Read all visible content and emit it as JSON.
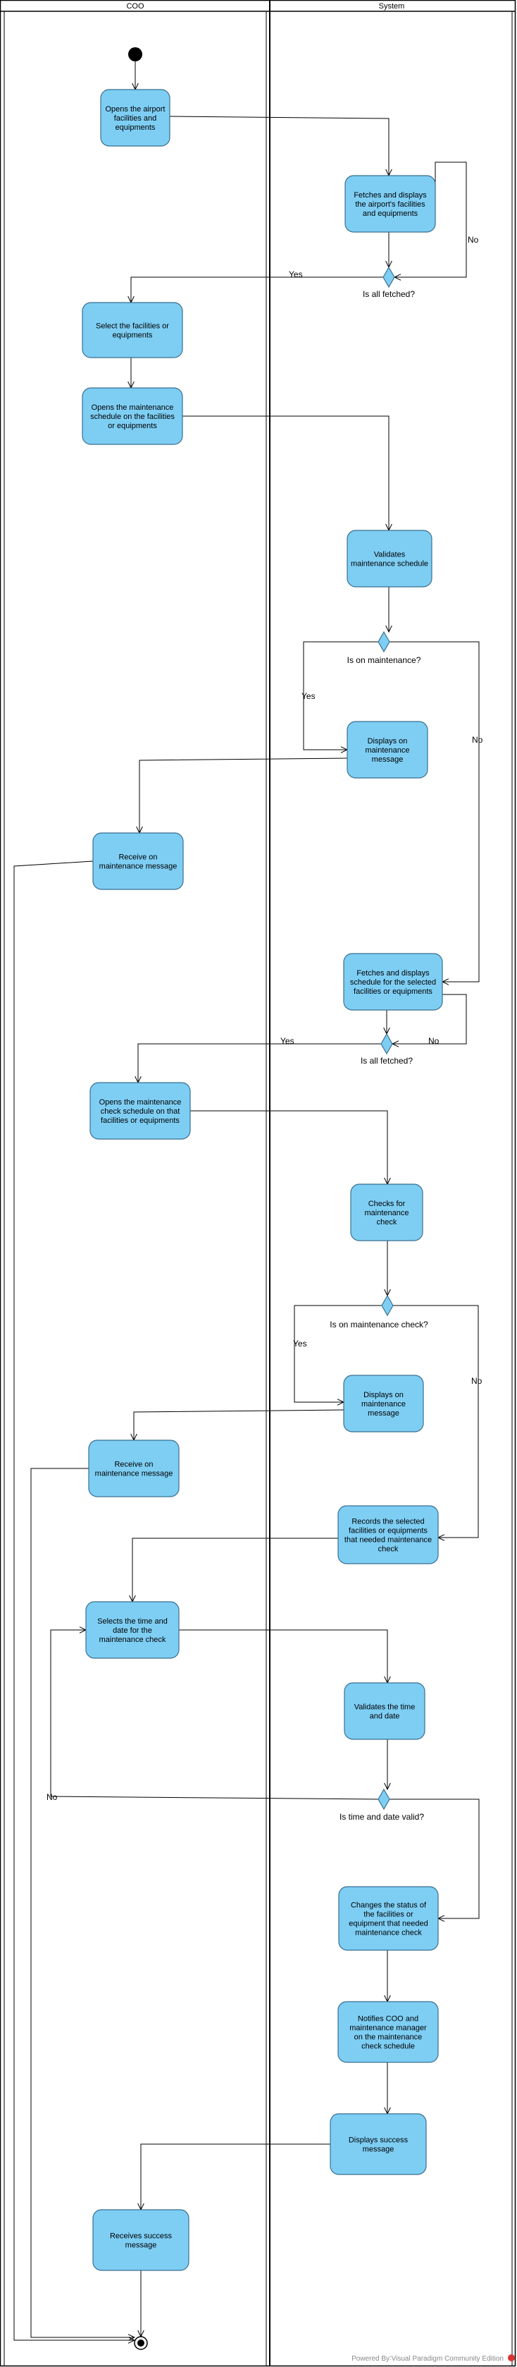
{
  "swimlanes": [
    "COO",
    "System"
  ],
  "activities": {
    "a1": [
      "Opens the airport",
      "facilities and",
      "equipments"
    ],
    "a2": [
      "Fetches and displays",
      "the airport's facilities",
      "and equipments"
    ],
    "a3": [
      "Select the facilities or",
      "equipments"
    ],
    "a4": [
      "Opens the maintenance",
      "schedule on the facilities",
      "or equipments"
    ],
    "a5": [
      "Validates",
      "maintenance schedule"
    ],
    "a6": [
      "Displays on",
      "maintenance",
      "message"
    ],
    "a7": [
      "Receive on",
      "maintenance message"
    ],
    "a8": [
      "Fetches and displays",
      "schedule for the selected",
      "facilities or equipments"
    ],
    "a9": [
      "Opens the maintenance",
      "check schedule on that",
      "facilities or equipments"
    ],
    "a10": [
      "Checks for",
      "maintenance",
      "check"
    ],
    "a11": [
      "Displays on",
      "maintenance",
      "message"
    ],
    "a12": [
      "Receive on",
      "maintenance message"
    ],
    "a13": [
      "Records the selected",
      "facilities or equipments",
      "that needed maintenance",
      "check"
    ],
    "a14": [
      "Selects the time and",
      "date for the",
      "maintenance check"
    ],
    "a15": [
      "Validates the time",
      "and date"
    ],
    "a16": [
      "Changes the status of",
      "the facilities or",
      "equipment that needed",
      "maintenance check"
    ],
    "a17": [
      "Notifies COO and",
      "maintenance manager",
      "on the maintenance",
      "check schedule"
    ],
    "a18": [
      "Displays success",
      "message"
    ],
    "a19": [
      "Receives success",
      "message"
    ]
  },
  "decisions": {
    "d1": "Is all fetched?",
    "d2": "Is on maintenance?",
    "d3": "Is all fetched?",
    "d4": "Is on maintenance check?",
    "d5": "Is time and date valid?"
  },
  "guards": {
    "yes": "Yes",
    "no": "No"
  },
  "footer": "Powered By∶Visual Paradigm Community Edition",
  "colors": {
    "activity_fill": "#7ecef4",
    "activity_stroke": "#3a6f8f",
    "line": "#000000"
  }
}
